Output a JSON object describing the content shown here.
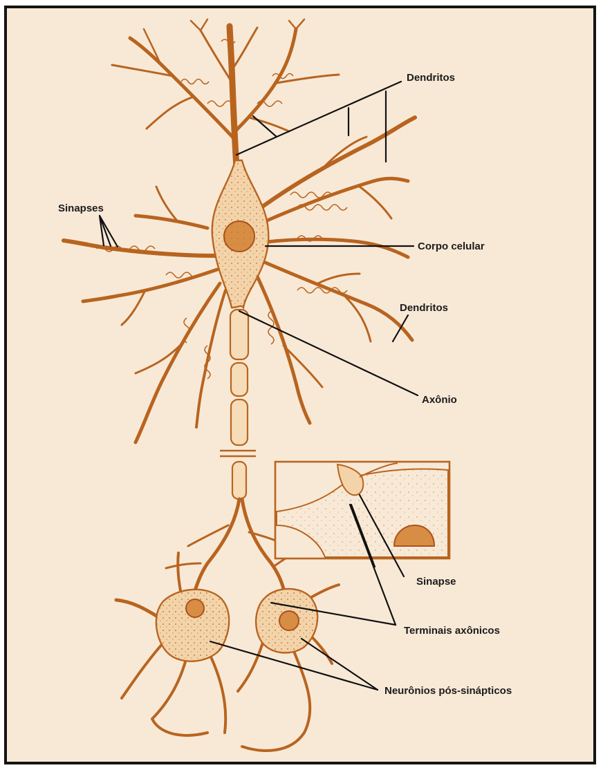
{
  "labels": {
    "dendritos_top": "Dendritos",
    "sinapses": "Sinapses",
    "corpo_celular": "Corpo celular",
    "dendritos_right": "Dendritos",
    "axonio": "Axônio",
    "sinapse": "Sinapse",
    "terminais": "Terminais axônicos",
    "neuronios": "Neurônios pós-sinápticos"
  },
  "colors": {
    "background": "#f8e9d7",
    "border": "#141414",
    "neuron_stroke": "#b8641f",
    "neuron_fill": "#f3d4aa",
    "nucleus": "#d88d45",
    "label_text": "#1b1b1b"
  }
}
